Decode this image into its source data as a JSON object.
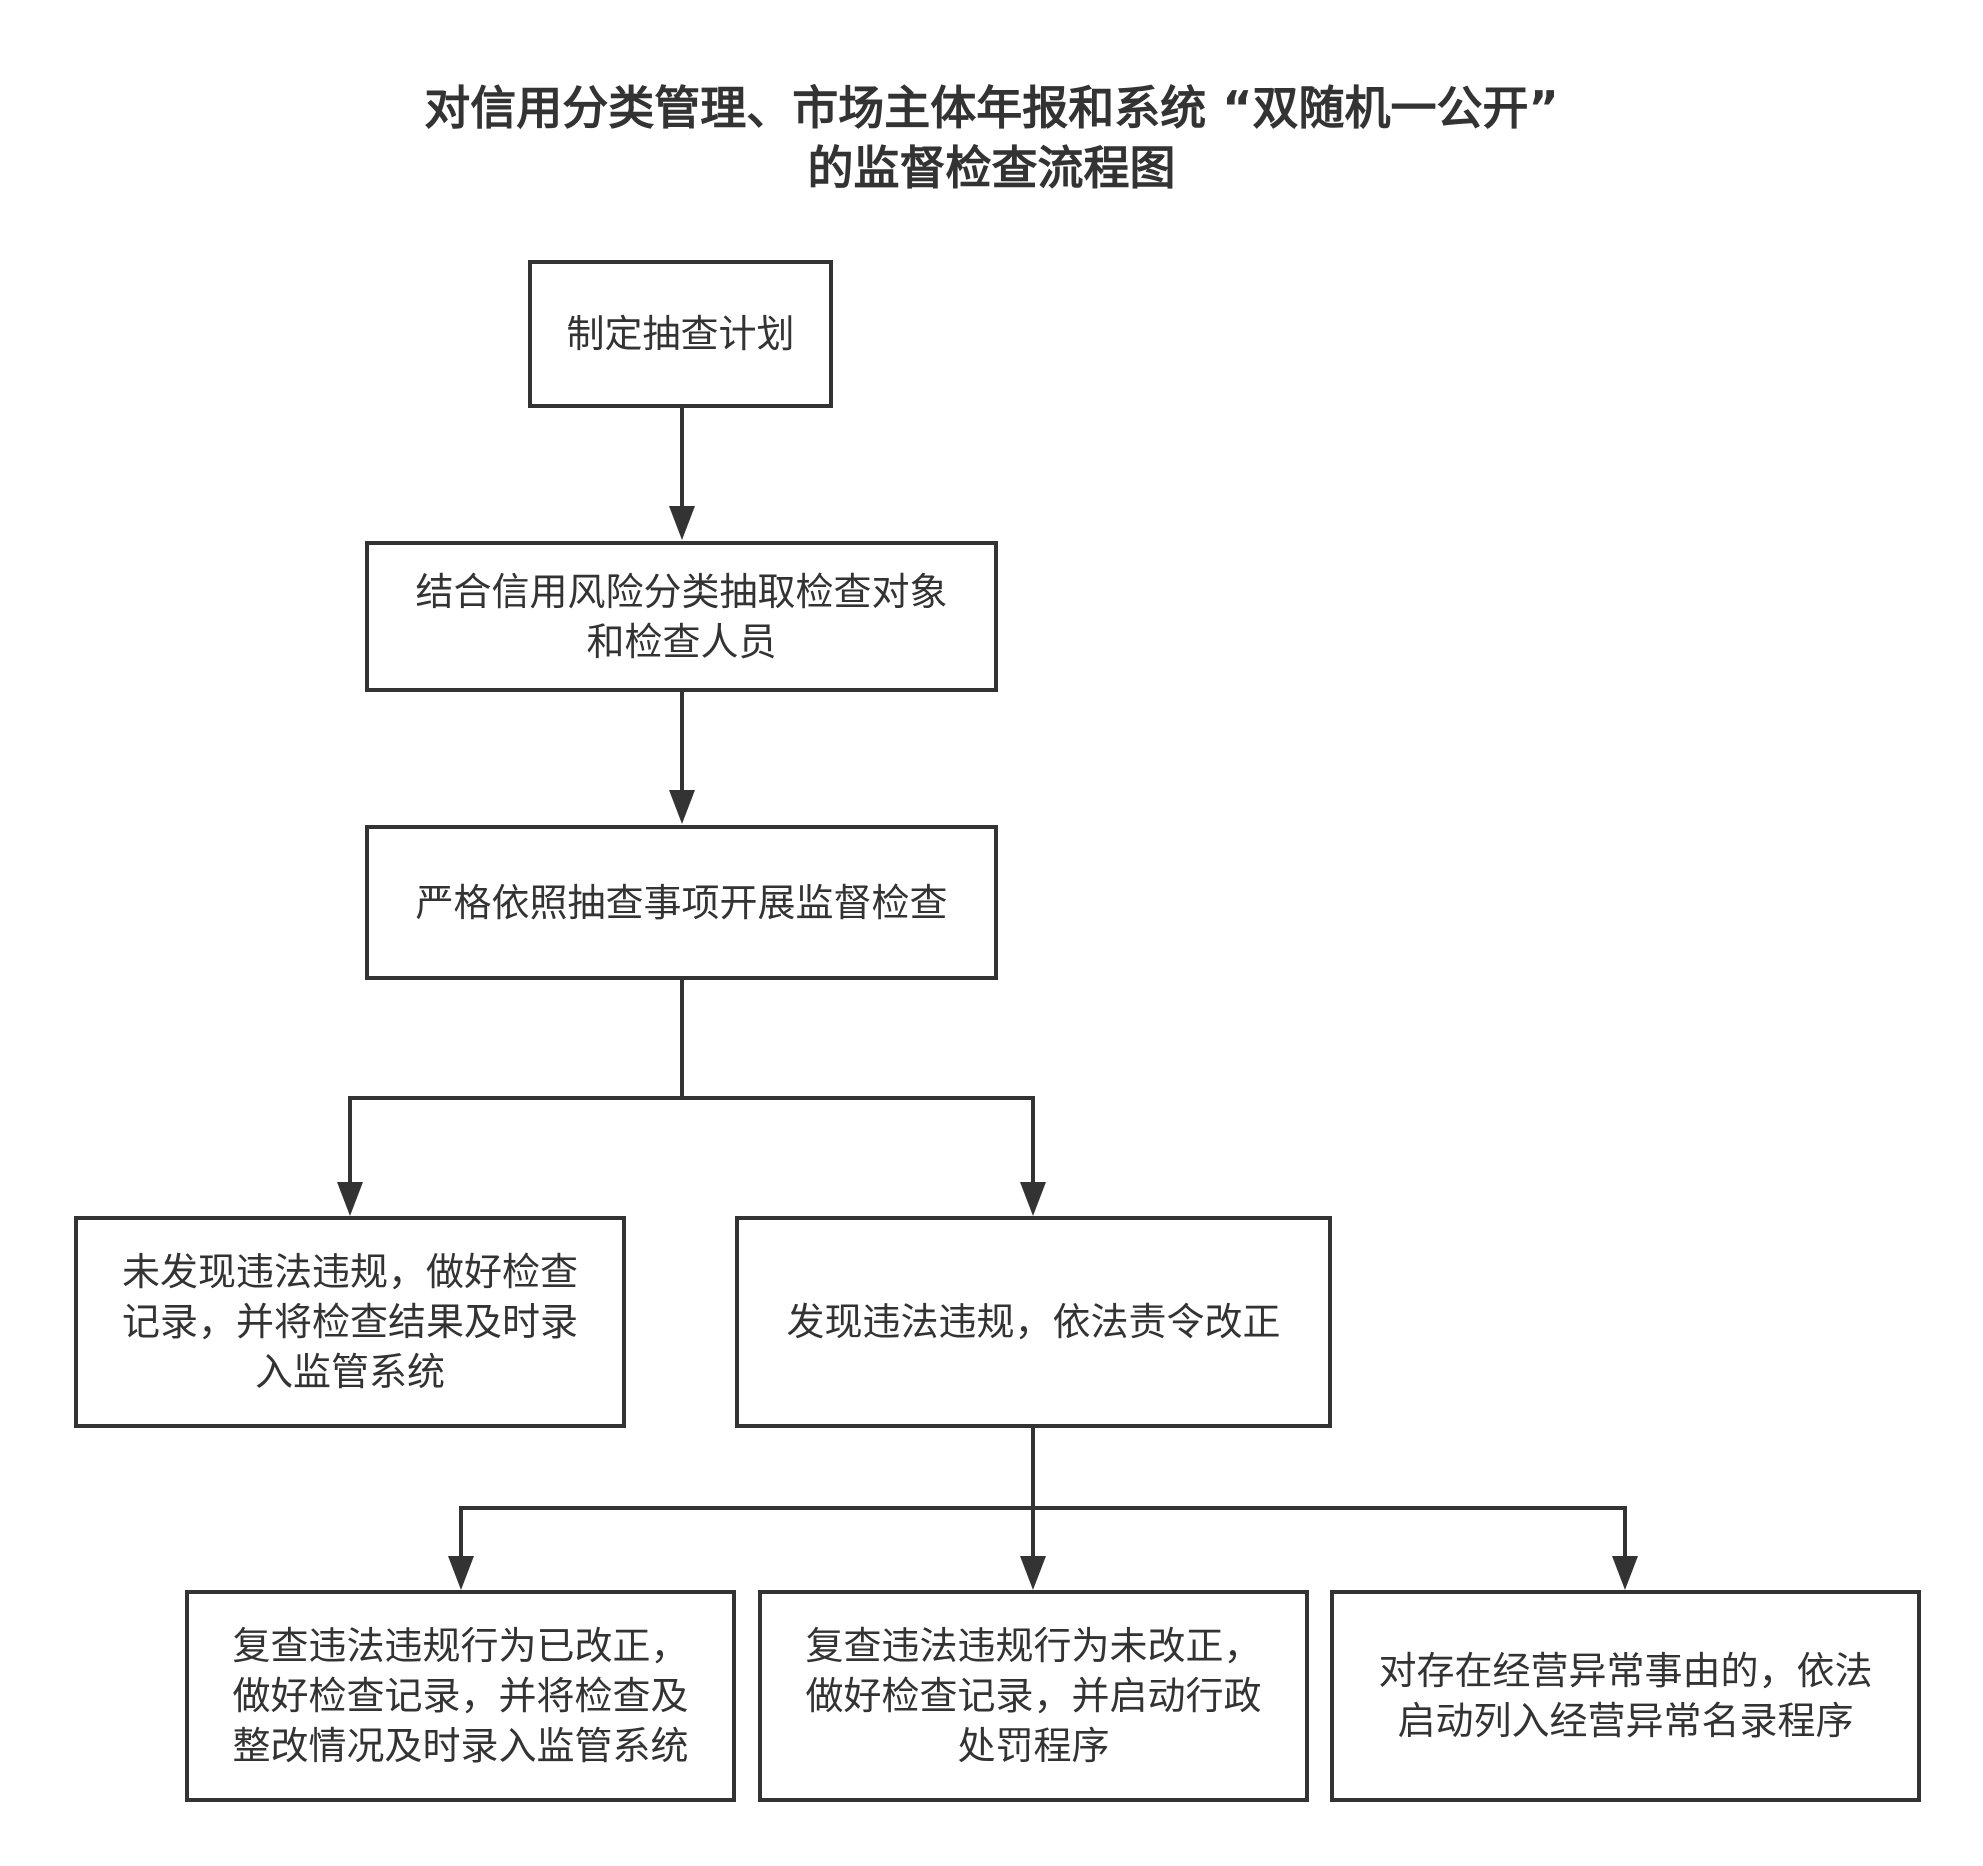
{
  "title": {
    "line1": "对信用分类管理、市场主体年报和系统 “双随机一公开”",
    "line2": "的监督检查流程图"
  },
  "nodes": {
    "plan": {
      "lines": [
        "制定抽查计划"
      ]
    },
    "select": {
      "lines": [
        "结合信用风险分类抽取检查对象",
        "和检查人员"
      ]
    },
    "inspect": {
      "lines": [
        "严格依照抽查事项开展监督检查"
      ]
    },
    "no_violation": {
      "lines": [
        "未发现违法违规，做好检查",
        "记录，并将检查结果及时录",
        "入监管系统"
      ]
    },
    "violation": {
      "lines": [
        "发现违法违规，依法责令改正"
      ]
    },
    "corrected": {
      "lines": [
        "复查违法违规行为已改正，",
        "做好检查记录，并将检查及",
        "整改情况及时录入监管系统"
      ]
    },
    "not_corrected": {
      "lines": [
        "复查违法违规行为未改正，",
        "做好检查记录，并启动行政",
        "处罚程序"
      ]
    },
    "abnormal": {
      "lines": [
        "对存在经营异常事由的，依法",
        "启动列入经营异常名录程序"
      ]
    }
  }
}
